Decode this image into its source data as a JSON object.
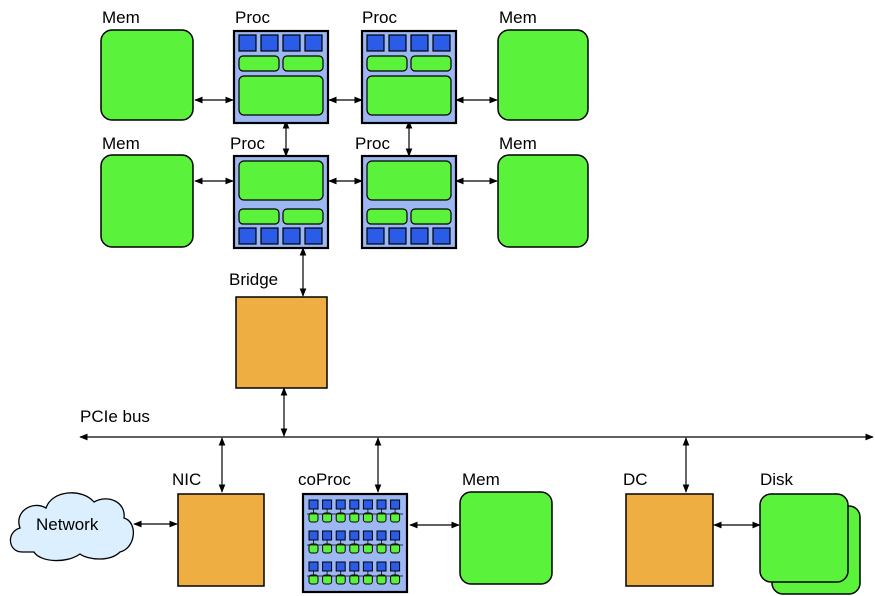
{
  "colors": {
    "memory_fill": "#5af23a",
    "processor_fill": "#9cb7f2",
    "core_fill": "#2a5ce8",
    "bridge_fill": "#eeae42",
    "cloud_fill": "#dcefff",
    "stroke": "#000000"
  },
  "labels": {
    "mem_top_left": "Mem",
    "proc_top_left": "Proc",
    "proc_top_right": "Proc",
    "mem_top_right": "Mem",
    "mem_mid_left": "Mem",
    "proc_mid_left": "Proc",
    "proc_mid_right": "Proc",
    "mem_mid_right": "Mem",
    "bridge": "Bridge",
    "bus": "PCIe bus",
    "nic": "NIC",
    "coproc": "coProc",
    "mem_bottom": "Mem",
    "dc": "DC",
    "disk": "Disk",
    "network": "Network"
  }
}
